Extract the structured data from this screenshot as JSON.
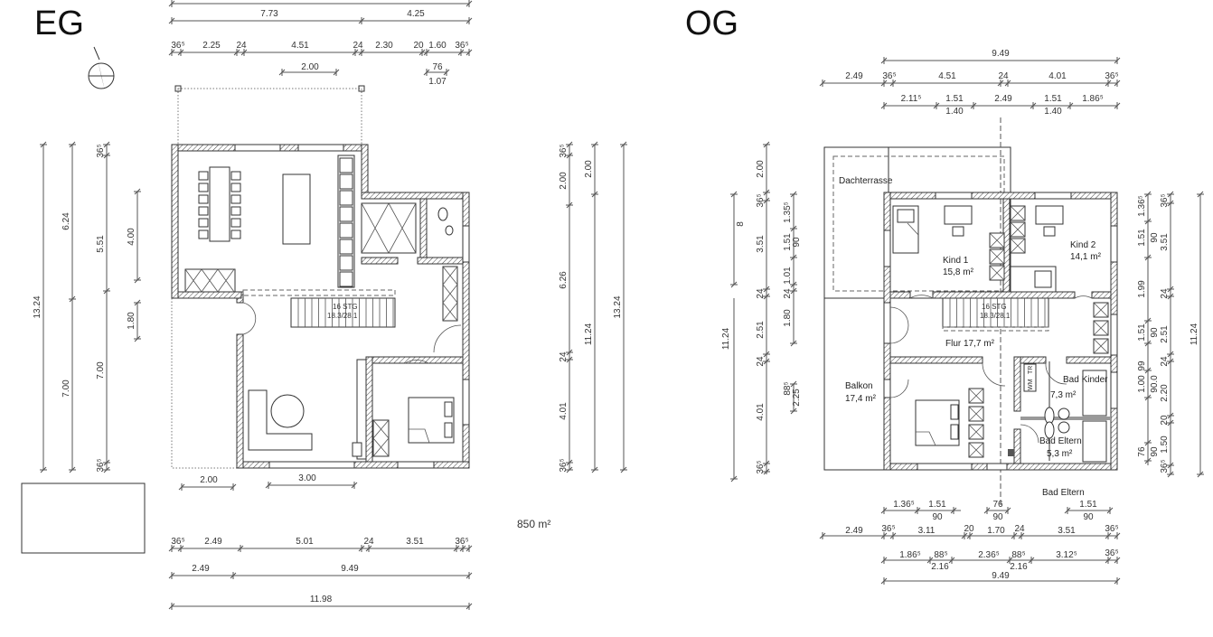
{
  "titles": {
    "eg": "EG",
    "og": "OG"
  },
  "eg": {
    "area": "850 m²",
    "stair": [
      "16 STG",
      "18.3/28.1"
    ],
    "dims_top": [
      "7.73",
      "4.25",
      "36⁵",
      "2.25",
      "24",
      "4.51",
      "24",
      "2.30",
      "20",
      "1.60",
      "36⁵",
      "2.00",
      "76",
      "1.07"
    ],
    "dims_left": [
      "13.24",
      "6.24",
      "7.00",
      "36⁵",
      "5.51",
      "7.00",
      "36⁵",
      "4.00",
      "1.80"
    ],
    "dims_right": [
      "36⁵",
      "2.00",
      "6.26",
      "24",
      "4.01",
      "36⁵",
      "2.00",
      "11.24",
      "13.24"
    ],
    "dims_bottom": [
      "2.00",
      "3.00",
      "36⁵",
      "2.49",
      "5.01",
      "24",
      "3.51",
      "36⁵",
      "2.49",
      "9.49",
      "11.98"
    ]
  },
  "og": {
    "rooms": {
      "dachterrasse": "Dachterrasse",
      "kind1": "Kind 1",
      "kind1_area": "15,8 m²",
      "kind2": "Kind 2",
      "kind2_area": "14,1 m²",
      "flur": "Flur 17,7 m²",
      "balkon": "Balkon",
      "balkon_area": "17,4 m²",
      "bad_kinder": "Bad Kinder",
      "bad_kinder_area": "7,3 m²",
      "bad_eltern": "Bad Eltern",
      "bad_eltern_area": "5,3 m²",
      "bad_eltern_below": "Bad Eltern",
      "wm": "WM",
      "tr": "TR"
    },
    "stair": [
      "16 STG",
      "18.3/28.1"
    ],
    "dims_top": [
      "9.49",
      "2.49",
      "36⁵",
      "4.51",
      "24",
      "4.01",
      "36⁵",
      "2.11⁵",
      "1.51",
      "2.49",
      "1.51",
      "1.86⁵",
      "1.40",
      "1.40"
    ],
    "dims_bottom": [
      "1.36⁵",
      "1.51",
      "76",
      "1.51",
      "90",
      "90",
      "90",
      "2.49",
      "36⁵",
      "3.11",
      "20",
      "1.70",
      "24",
      "3.51",
      "36⁵",
      "1.86⁵",
      "88⁵",
      "2.36⁵",
      "88⁵",
      "3.12⁵",
      "36⁵",
      "2.16",
      "2.16",
      "9.49"
    ],
    "dims_left": [
      "8",
      "11.24",
      "2.00",
      "36⁵",
      "3.51",
      "24",
      "2.51",
      "24",
      "4.01",
      "36⁵",
      "1.35⁵",
      "1.51",
      "90",
      "1.01",
      "24",
      "1.80",
      "88⁵",
      "2.25"
    ],
    "dims_right": [
      "1.36⁵",
      "1.51",
      "90",
      "1.99",
      "1.51",
      "90",
      "99",
      "1.00",
      "90.0",
      "76",
      "90",
      "36⁵",
      "3.51",
      "24",
      "2.51",
      "24",
      "2.20",
      "20",
      "1.50",
      "36⁵",
      "11.24"
    ]
  }
}
